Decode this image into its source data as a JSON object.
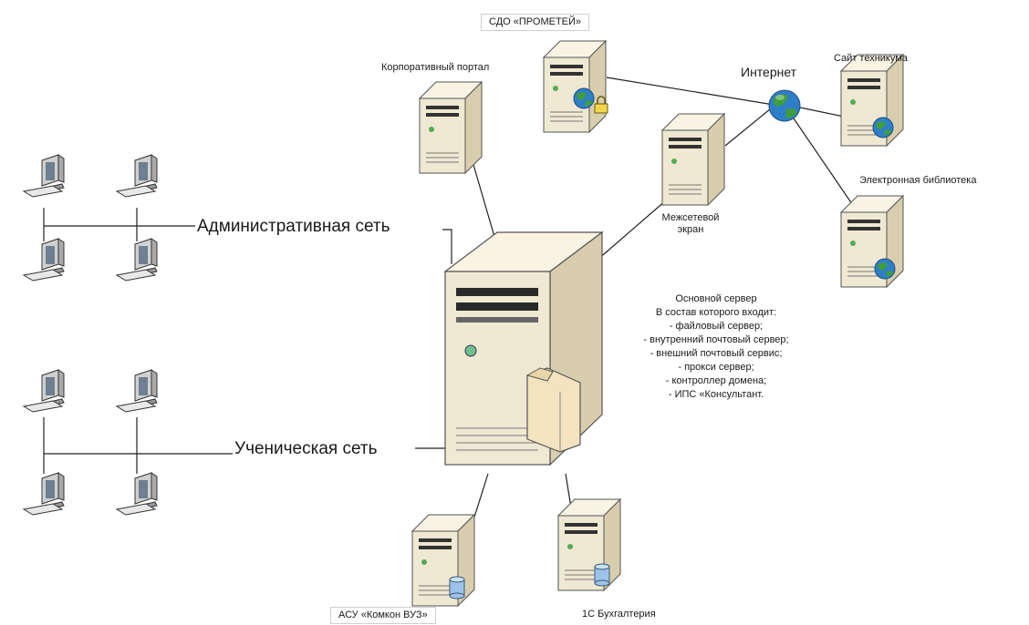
{
  "labels": {
    "sdo": "СДО «ПРОМЕТЕЙ»",
    "corp_portal": "Корпоративный портал",
    "internet": "Интернет",
    "site": "Сайт техникума",
    "library": "Электронная библиотека",
    "firewall_line1": "Межсетевой",
    "firewall_line2": "экран",
    "admin_net": "Административная сеть",
    "student_net": "Ученическая сеть",
    "asu": "АСУ «Комкон ВУЗ»",
    "buh": "1С Бухгалтерия"
  },
  "main_server": {
    "title": "Основной сервер",
    "subtitle": "В состав которого входит:",
    "components": [
      "- файловый сервер;",
      "- внутренний почтовый сервер;",
      "- внешний почтовый сервис;",
      "- прокси сервер;",
      "- контроллер домена;",
      "- ИПС «Консультант."
    ]
  },
  "icons": {
    "server": "server-tower-icon",
    "workstation": "workstation-icon",
    "globe": "globe-icon",
    "database": "database-icon",
    "folder": "folder-icon",
    "lock": "lock-icon"
  },
  "colors": {
    "case": "#efe8d2",
    "case_side": "#d8ceae",
    "case_top": "#f8f3e3",
    "line": "#222222",
    "globe": "#2f7fc8",
    "globe_land": "#3f9e3a",
    "database": "#9dc4e8"
  }
}
